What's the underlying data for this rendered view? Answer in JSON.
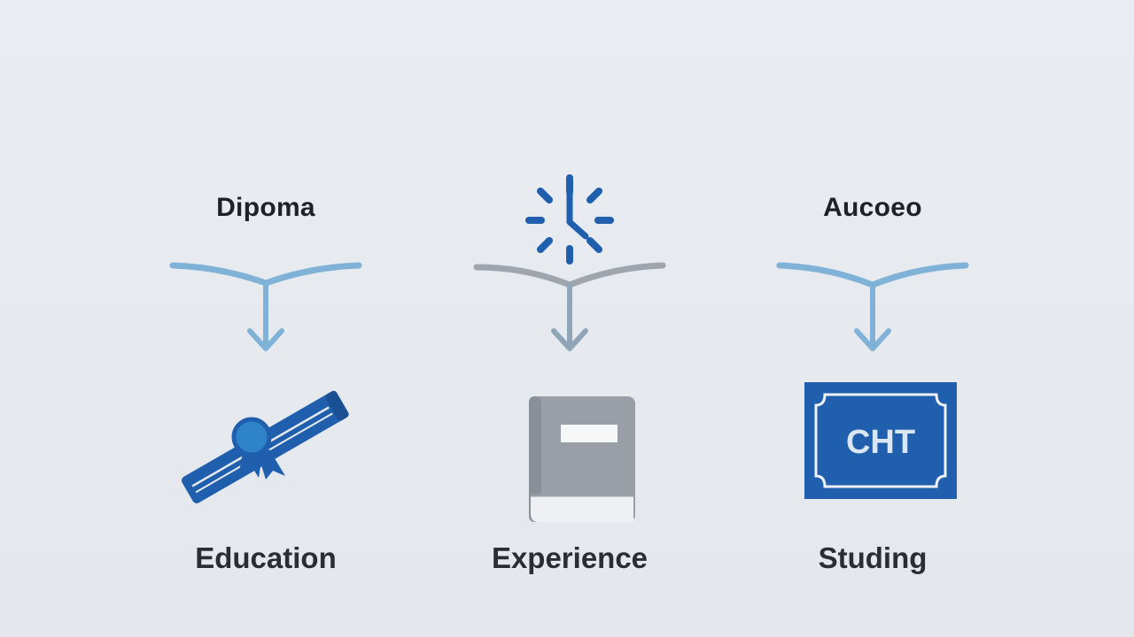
{
  "columns": [
    {
      "top_label": "Dipoma",
      "bottom_label": "Education",
      "icon": "diploma-scroll-icon",
      "connector_color": "#7fb2d6"
    },
    {
      "top_label": "",
      "top_icon": "clock-icon",
      "bottom_label": "Experience",
      "icon": "book-icon",
      "connector_color": "#9fa5ad"
    },
    {
      "top_label": "Aucoeo",
      "bottom_label": "Studing",
      "icon": "certificate-icon",
      "icon_text": "CHT",
      "connector_color": "#7fb2d6"
    }
  ],
  "colors": {
    "primary_blue": "#1f5fae",
    "light_blue": "#7fb2d6",
    "gray": "#9fa5ad",
    "text": "#1e2228"
  }
}
